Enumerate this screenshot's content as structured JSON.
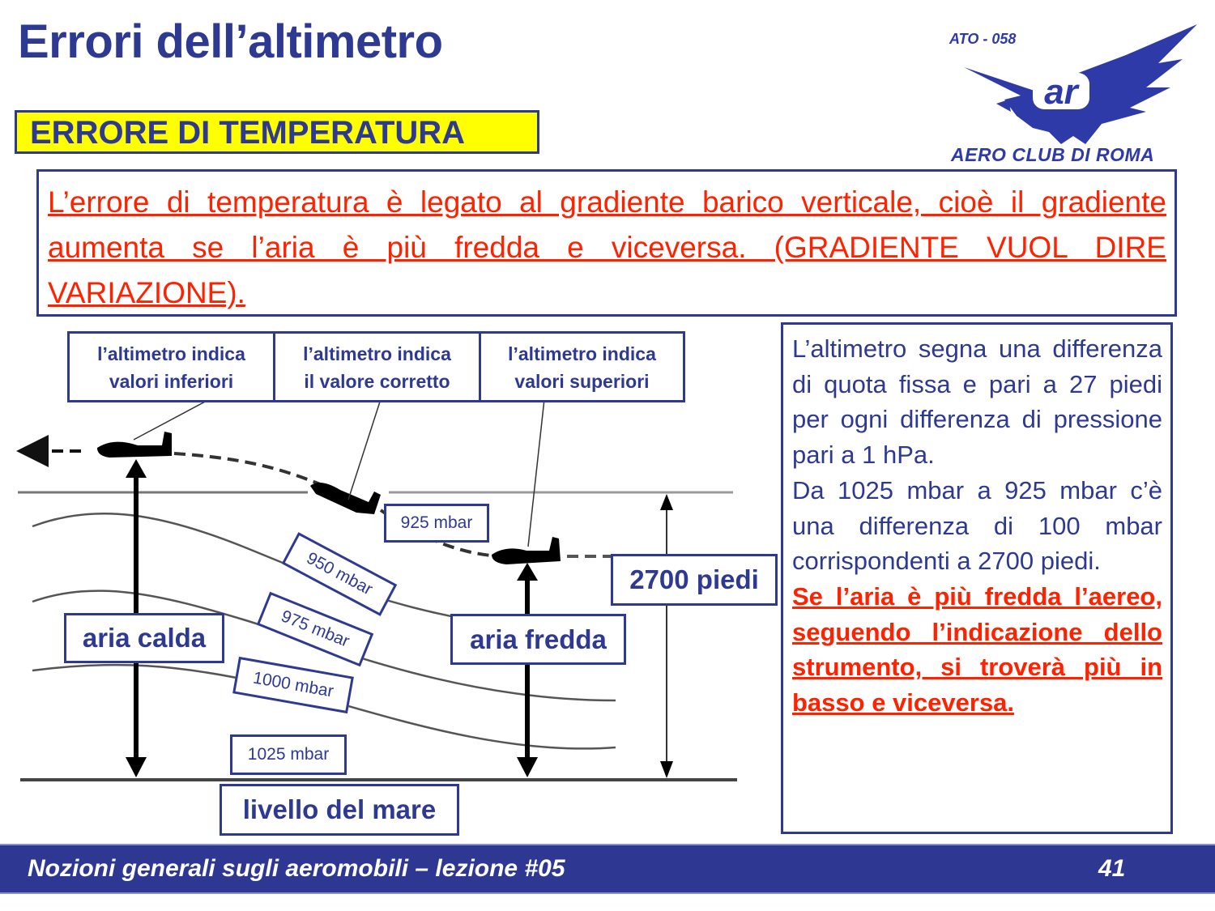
{
  "header": {
    "title": "Errori dell’altimetro",
    "subtitle": "ERRORE DI TEMPERATURA"
  },
  "logo": {
    "code": "ATO - 058",
    "name": "AERO CLUB DI ROMA",
    "monogram": "ar"
  },
  "intro": {
    "text": "L’errore di temperatura è legato al gradiente barico verticale, cioè  il gradiente aumenta se l’aria è più fredda e viceversa. (GRADIENTE VUOL DIRE VARIAZIONE)."
  },
  "diagram": {
    "indicators": [
      {
        "line1": "l’altimetro indica",
        "line2": "valori inferiori"
      },
      {
        "line1": "l’altimetro indica",
        "line2": "il valore corretto"
      },
      {
        "line1": "l’altimetro indica",
        "line2": "valori superiori"
      }
    ],
    "pressure_levels": [
      "925 mbar",
      "950 mbar",
      "975 mbar",
      "1000 mbar",
      "1025 mbar"
    ],
    "warm_air": "aria calda",
    "cold_air": "aria fredda",
    "height": "2700 piedi",
    "sea_level": "livello del mare"
  },
  "side": {
    "p1": "L’altimetro segna una differenza di quota fissa e pari a 27 piedi per ogni differenza di pressione pari a 1 hPa.",
    "p2": "Da 1025 mbar a 925 mbar c’è una differenza di 100 mbar corrispondenti a 2700 piedi.",
    "p3": "Se l’aria è più fredda l’aereo, seguendo l’indicazione dello strumento, si troverà più in basso e viceversa."
  },
  "footer": {
    "text": "Nozioni generali sugli aeromobili – lezione #05",
    "page": "41"
  },
  "colors": {
    "navy": "#2e3a92",
    "red": "#ff2200",
    "yellow": "#ffff00",
    "footer_bg": "#2e3792"
  }
}
